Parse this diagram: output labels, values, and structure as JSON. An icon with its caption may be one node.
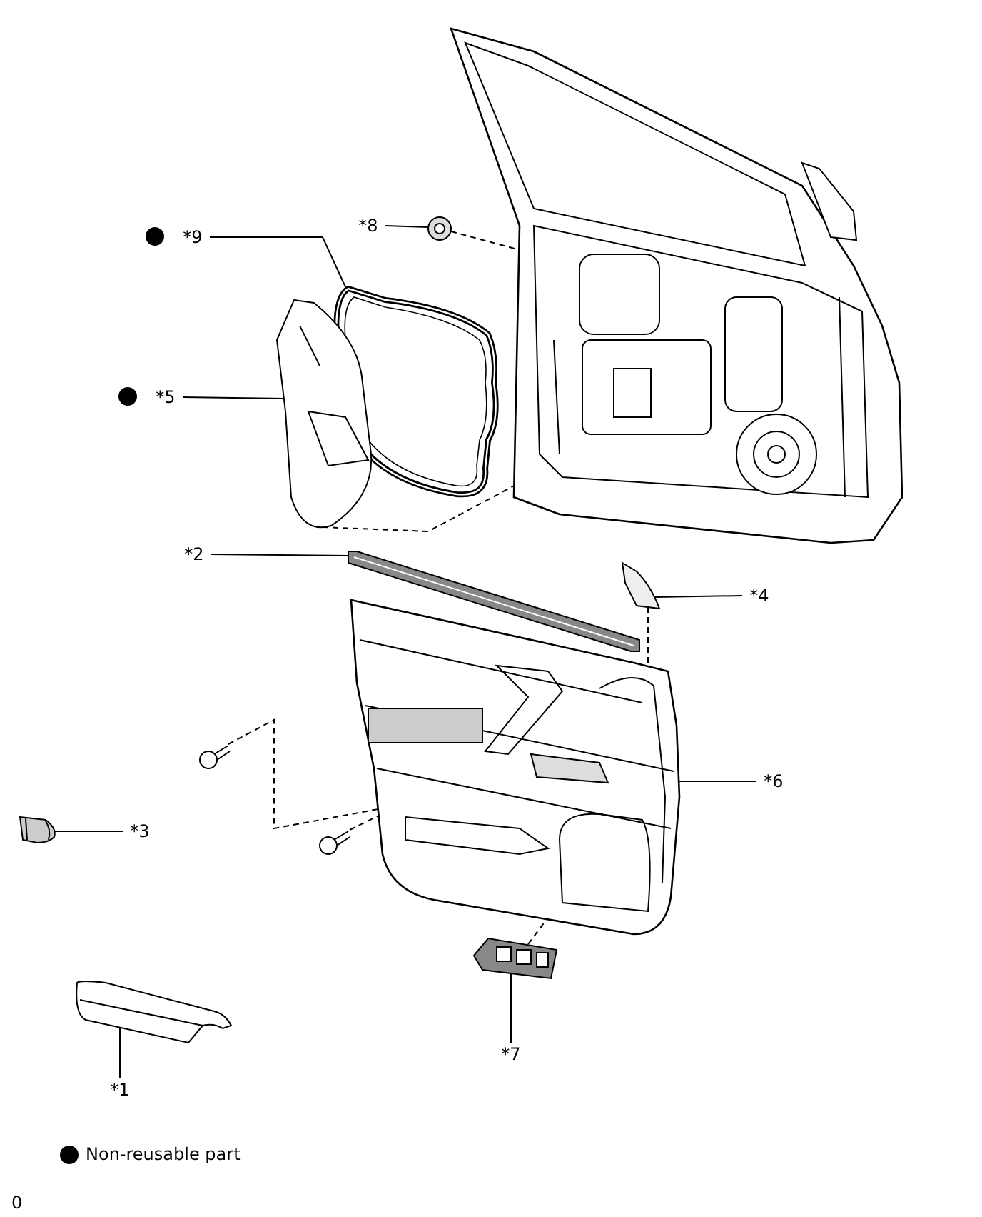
{
  "diagram": {
    "nodes": [
      {
        "text": [
          "*9"
        ]
      },
      {
        "text": [
          "*8"
        ]
      },
      {
        "text": [
          "*5"
        ]
      },
      {
        "text": [
          "*2"
        ]
      },
      {
        "text": [
          "*4"
        ]
      },
      {
        "text": [
          "*6"
        ]
      },
      {
        "text": [
          "*3"
        ]
      },
      {
        "text": [
          "*1"
        ]
      },
      {
        "text": [
          "*7"
        ]
      },
      {
        "text": [],
        "shape": "picture"
      },
      {
        "text": [],
        "shape": "picture"
      },
      {
        "text": [],
        "shape": "picture"
      },
      {
        "text": [],
        "shape": "picture"
      },
      {
        "text": [],
        "shape": "picture"
      },
      {
        "text": [],
        "shape": "picture"
      },
      {
        "text": [],
        "shape": "picture"
      },
      {
        "text": [],
        "shape": "picture"
      },
      {
        "text": [],
        "shape": "picture"
      },
      {
        "text": [],
        "shape": "picture"
      },
      {
        "text": [],
        "shape": "picture"
      },
      {
        "text": [],
        "shape": "picture"
      }
    ],
    "edges": [
      {
        "from": 0,
        "to": 10,
        "arrow": "none"
      },
      {
        "from": 1,
        "to": 11,
        "arrow": "none"
      },
      {
        "from": 2,
        "to": 12,
        "arrow": "none"
      },
      {
        "from": 3,
        "to": 13,
        "arrow": "none"
      },
      {
        "from": 4,
        "to": 14,
        "arrow": "none"
      },
      {
        "from": 5,
        "to": 15,
        "arrow": "none"
      },
      {
        "from": 6,
        "to": 16,
        "arrow": "none"
      },
      {
        "from": 7,
        "to": 17,
        "arrow": "none"
      },
      {
        "from": 8,
        "to": 18,
        "arrow": "none"
      },
      {
        "from": 11,
        "to": 9,
        "arrow": "none",
        "style": "dashed"
      },
      {
        "from": 12,
        "to": 9,
        "arrow": "none",
        "style": "dashed"
      },
      {
        "from": 14,
        "to": 15,
        "arrow": "none",
        "style": "dashed"
      },
      {
        "from": 19,
        "to": 15,
        "arrow": "none",
        "style": "dashed"
      },
      {
        "from": 20,
        "to": 15,
        "arrow": "none",
        "style": "dashed"
      },
      {
        "from": 18,
        "to": 15,
        "arrow": "none",
        "style": "dashed"
      }
    ],
    "labels": [
      "0"
    ],
    "legend": [
      {
        "text": "Non-reusable part"
      }
    ]
  }
}
